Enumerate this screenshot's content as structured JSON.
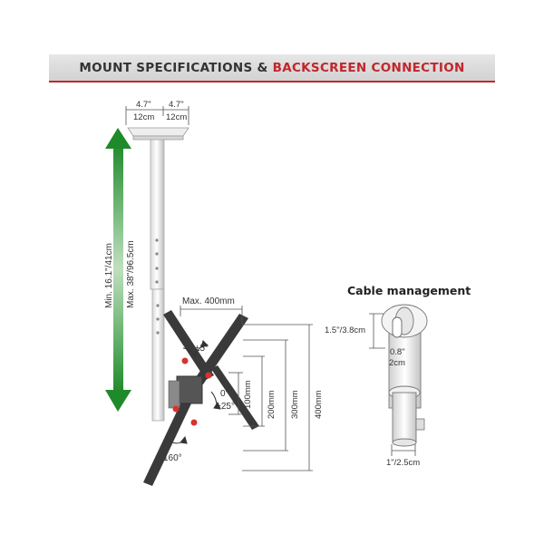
{
  "banner": {
    "title_part1": "MOUNT SPECIFICATIONS & ",
    "title_part2": "BACKSCREEN CONNECTION",
    "accent_color": "#c0272d"
  },
  "ceiling_plate": {
    "width_in": "4.7\"",
    "width_cm": "12cm",
    "depth_in": "4.7\"",
    "depth_cm": "12cm"
  },
  "height_range": {
    "min_label": "Min. 16.1\"/41cm",
    "max_label": "Max. 38\"/96.5cm",
    "arrow_color": "#2e8b2e"
  },
  "vesa": {
    "max_width_label": "Max. 400mm",
    "heights": [
      "100mm",
      "200mm",
      "300mm",
      "400mm"
    ]
  },
  "adjustments": {
    "tilt_small": "±5°",
    "tilt_zero": "0°",
    "tilt_range": "+25°",
    "swivel": "160°"
  },
  "cable_management": {
    "title": "Cable management",
    "top_diameter": "1.5\"/3.8cm",
    "slot_width_in": "0.8\"",
    "slot_width_cm": "2cm",
    "pole_diameter": "1\"/2.5cm"
  }
}
